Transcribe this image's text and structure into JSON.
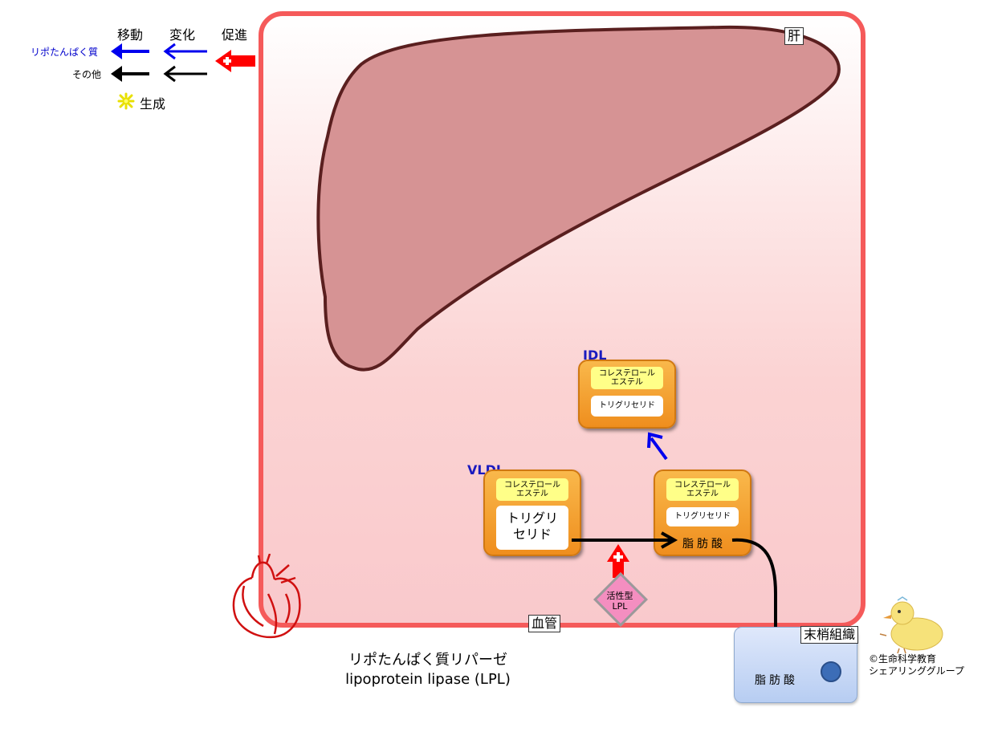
{
  "legend": {
    "headers": [
      "移動",
      "変化",
      "促進"
    ],
    "rows": [
      {
        "label": "リポたんぱく質",
        "color": "#0000ff"
      },
      {
        "label": "その他",
        "color": "#000000"
      }
    ],
    "generation": "生成"
  },
  "labels": {
    "liver": "肝",
    "blood_vessel": "血管",
    "peripheral_tissue": "末梢組織"
  },
  "vldl": {
    "name": "VLDL",
    "cholesterol_ester": [
      "コレステロール",
      "エステル"
    ],
    "triglyceride": [
      "トリグリ",
      "セリド"
    ]
  },
  "intermediate": {
    "cholesterol_ester": [
      "コレステロール",
      "エステル"
    ],
    "triglyceride": "トリグリセリド",
    "fatty_acid": "脂肪酸"
  },
  "idl": {
    "name": "IDL",
    "cholesterol_ester": [
      "コレステロール",
      "エステル"
    ],
    "triglyceride": "トリグリセリド"
  },
  "lpl": {
    "label": [
      "活性型",
      "LPL"
    ]
  },
  "tissue": {
    "fatty_acid": "脂肪酸"
  },
  "caption": {
    "line1": "リポたんぱく質リパーゼ",
    "line2": "lipoprotein lipase (LPL)"
  },
  "credit": {
    "line1": "©生命科学教育",
    "line2": "シェアリンググループ"
  },
  "colors": {
    "vessel_border": "#f55a5a",
    "liver": "#d69394",
    "promote": "#ff0000",
    "lipoprotein_orange": "#f39a26"
  }
}
